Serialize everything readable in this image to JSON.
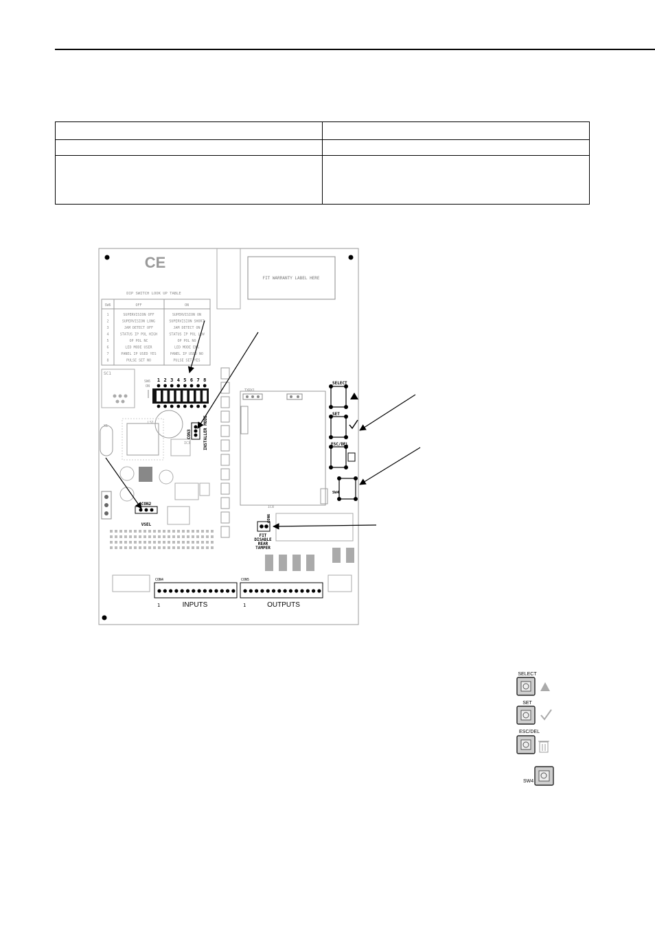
{
  "spec_table": {
    "rows": [
      [
        "",
        ""
      ],
      [
        "",
        ""
      ],
      [
        "",
        ""
      ]
    ]
  },
  "pcb": {
    "ce_mark": "CE",
    "warranty_label": "FIT WARRANTY LABEL HERE",
    "dip_table": {
      "title": "DIP SWITCH LOOK UP TABLE",
      "headers": [
        "SW6",
        "OFF",
        "ON"
      ],
      "rows": [
        [
          "1",
          "SUPERVISION OFF",
          "SUPERVISION ON"
        ],
        [
          "2",
          "SUPERVISION LONG",
          "SUPERVISION SHORT"
        ],
        [
          "3",
          "JAM DETECT OFF",
          "JAM DETECT ON"
        ],
        [
          "4",
          "STATUS IP POL HIGH",
          "STATUS IP POL LOW"
        ],
        [
          "5",
          "OP POL NC",
          "OP POL NO"
        ],
        [
          "6",
          "LED MODE USER",
          "LED MODE ENG"
        ],
        [
          "7",
          "PANEL IP USED YES",
          "PANEL IP USED NO"
        ],
        [
          "8",
          "PULSE SET NO",
          "PULSE SET YES"
        ]
      ]
    },
    "sw6_label": "SW6",
    "sw6_on": "ON",
    "dip_numbers": [
      "1",
      "2",
      "3",
      "4",
      "5",
      "6",
      "7",
      "8"
    ],
    "sc1": "SC1",
    "txrx1": "TXRX1",
    "ls1": "LS1",
    "ic3": "IC3",
    "con3": "CON3",
    "installer_mode": "INSTALLER MODE",
    "x1": "X1",
    "con2": "CON2",
    "vsel": "VSEL",
    "con4": "CON4",
    "con5": "CON5",
    "con6": "CON6",
    "fit": "FIT",
    "disable_rear_tamper": [
      "DISABLE",
      "REAR",
      "TAMPER"
    ],
    "ic8": "IC8",
    "inputs": "INPUTS",
    "outputs": "OUTPUTS",
    "pin1_in": "1",
    "pin1_out": "1",
    "buttons": {
      "select": "SELECT",
      "set": "SET",
      "esc_del": "ESC/DEL",
      "sw4": "SW4"
    }
  },
  "legend_buttons": [
    {
      "label": "SELECT",
      "icon": "up-triangle-icon"
    },
    {
      "label": "SET",
      "icon": "checkmark-icon"
    },
    {
      "label": "ESC/DEL",
      "icon": "trash-icon"
    },
    {
      "label": "SW4",
      "icon": ""
    }
  ]
}
